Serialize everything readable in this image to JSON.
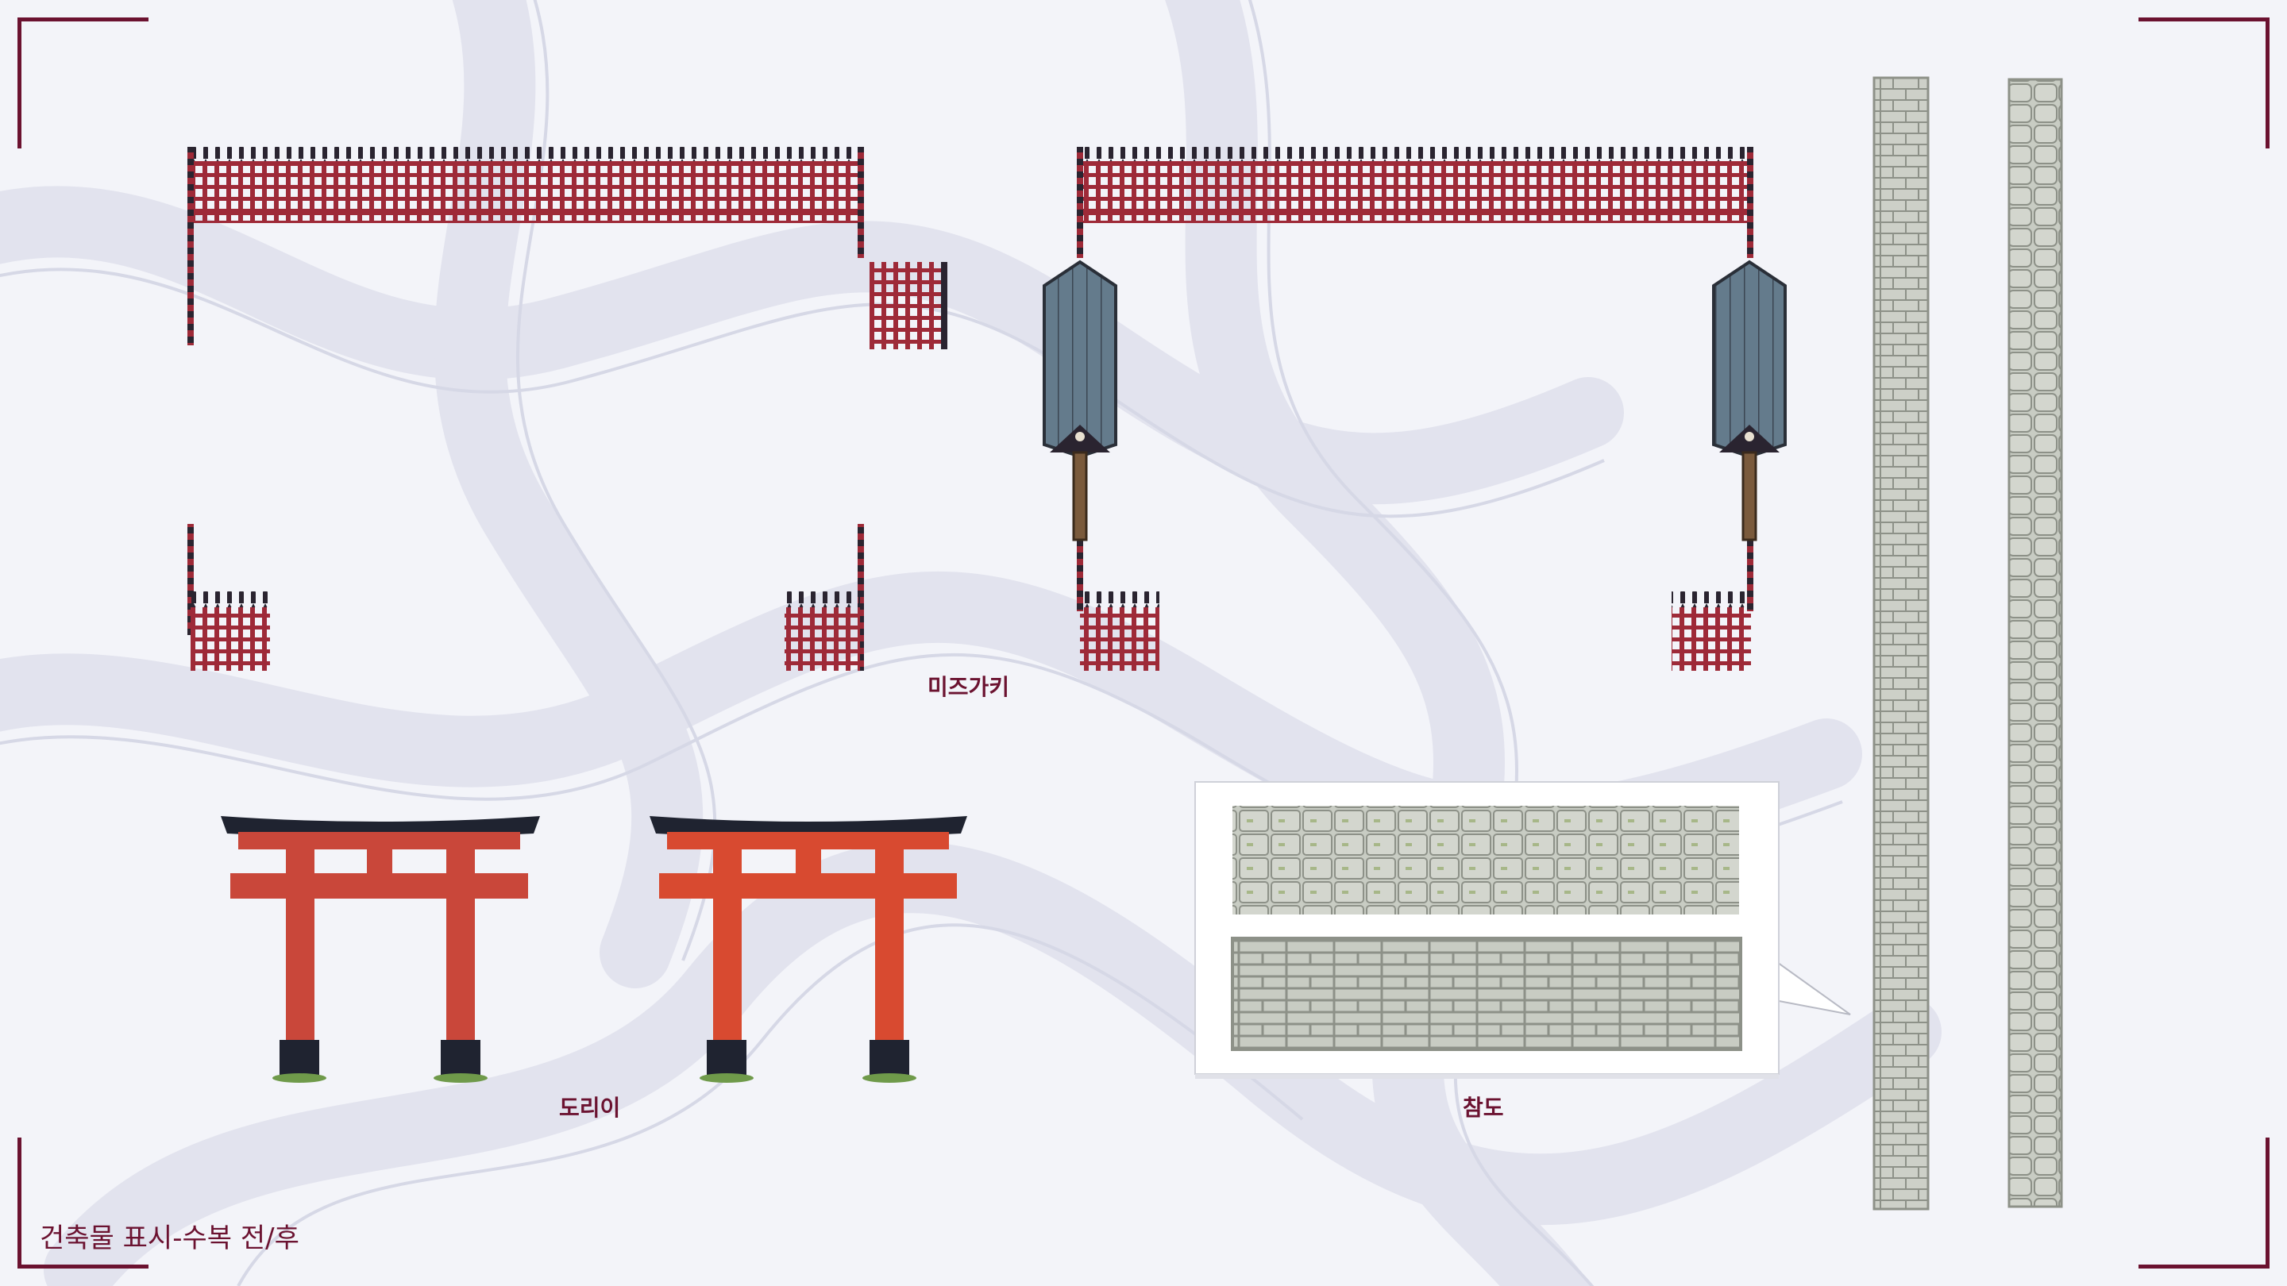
{
  "labels": {
    "mizugaki": "미즈가키",
    "torii": "도리이",
    "sando": "참도"
  },
  "caption": "건축물 표시-수복 전/후",
  "colors": {
    "accent": "#6b1230",
    "fence_red": "#9e2a38",
    "post_dark": "#2a2430",
    "torii_red_a": "#c9473a",
    "torii_red_b": "#d84a30",
    "torii_black": "#1f2330",
    "lantern_roof": "#647b8c",
    "stone": "#c8ccc3",
    "stone_edge": "#8d9188",
    "moss": "#8aa25a"
  }
}
